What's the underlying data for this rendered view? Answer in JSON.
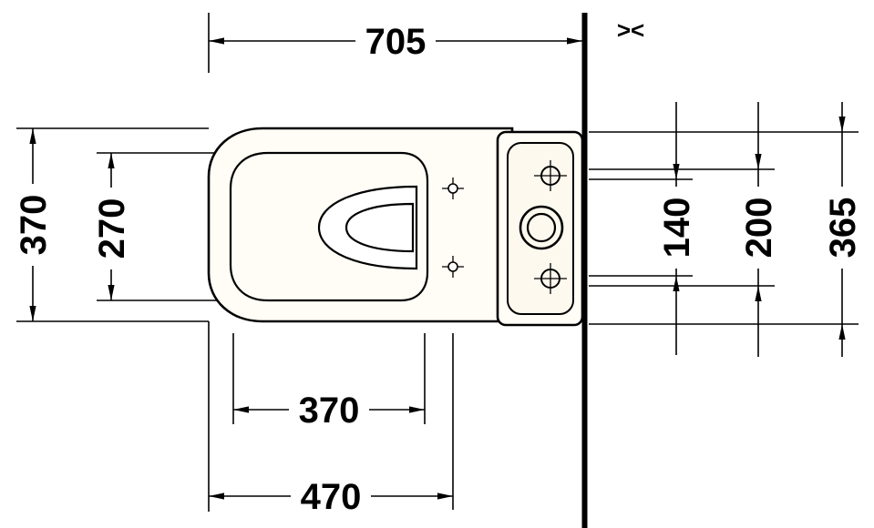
{
  "drawing": {
    "name": "toilet-combination-plan-view-technical-drawing",
    "wall_symbol": "><",
    "colors": {
      "line": "#000000",
      "background": "#ffffff",
      "ceramic": "#fffdf6",
      "panel": "#fdf9ee"
    },
    "dims": {
      "top_overall": "705",
      "left_body_depth": "370",
      "left_seat_inner": "270",
      "bottom_seat_width": "370",
      "bottom_fixing_distance": "470",
      "right_connection_spacing": "140",
      "right_connection_width": "200",
      "right_cistern_width": "365"
    }
  }
}
